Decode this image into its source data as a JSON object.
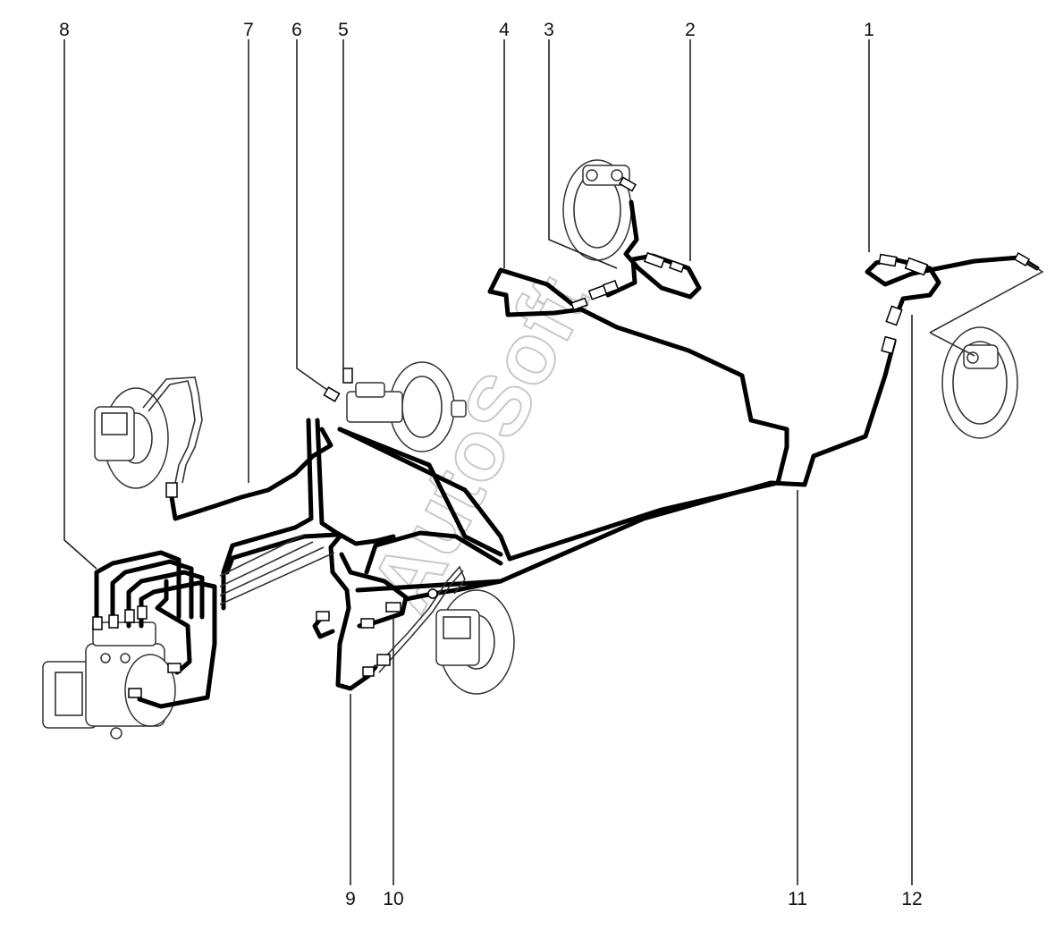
{
  "diagram": {
    "watermark": "AutoSoft",
    "callouts": [
      {
        "id": "1",
        "label": "1"
      },
      {
        "id": "2",
        "label": "2"
      },
      {
        "id": "3",
        "label": "3"
      },
      {
        "id": "4",
        "label": "4"
      },
      {
        "id": "5",
        "label": "5"
      },
      {
        "id": "6",
        "label": "6"
      },
      {
        "id": "7",
        "label": "7"
      },
      {
        "id": "8",
        "label": "8"
      },
      {
        "id": "9",
        "label": "9"
      },
      {
        "id": "10",
        "label": "10"
      },
      {
        "id": "11",
        "label": "11"
      },
      {
        "id": "12",
        "label": "12"
      }
    ]
  }
}
